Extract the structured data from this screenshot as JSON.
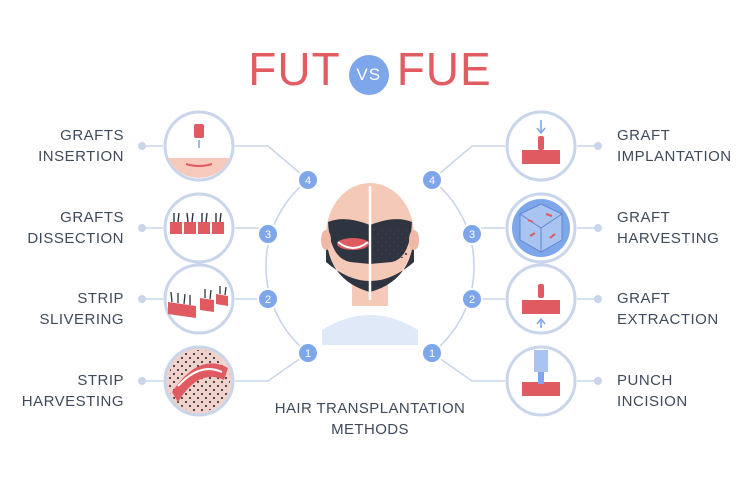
{
  "title": {
    "left": "FUT",
    "vs": "VS",
    "right": "FUE"
  },
  "center_caption": {
    "line1": "HAIR TRANSPLANTATION",
    "line2": "METHODS"
  },
  "fut_steps": [
    {
      "number": "4",
      "line1": "GRAFTS",
      "line2": "INSERTION"
    },
    {
      "number": "3",
      "line1": "GRAFTS",
      "line2": "DISSECTION"
    },
    {
      "number": "2",
      "line1": "STRIP",
      "line2": "SLIVERING"
    },
    {
      "number": "1",
      "line1": "STRIP",
      "line2": "HARVESTING"
    }
  ],
  "fue_steps": [
    {
      "number": "4",
      "line1": "GRAFT",
      "line2": "IMPLANTATION"
    },
    {
      "number": "3",
      "line1": "GRAFT",
      "line2": "HARVESTING"
    },
    {
      "number": "2",
      "line1": "GRAFT",
      "line2": "EXTRACTION"
    },
    {
      "number": "1",
      "line1": "PUNCH",
      "line2": "INCISION"
    }
  ],
  "colors": {
    "title": "#e25c63",
    "accent_blue": "#7ea6ea",
    "connector": "#c9d5ea",
    "text": "#3f4a5a",
    "tissue": "#e05a62"
  }
}
